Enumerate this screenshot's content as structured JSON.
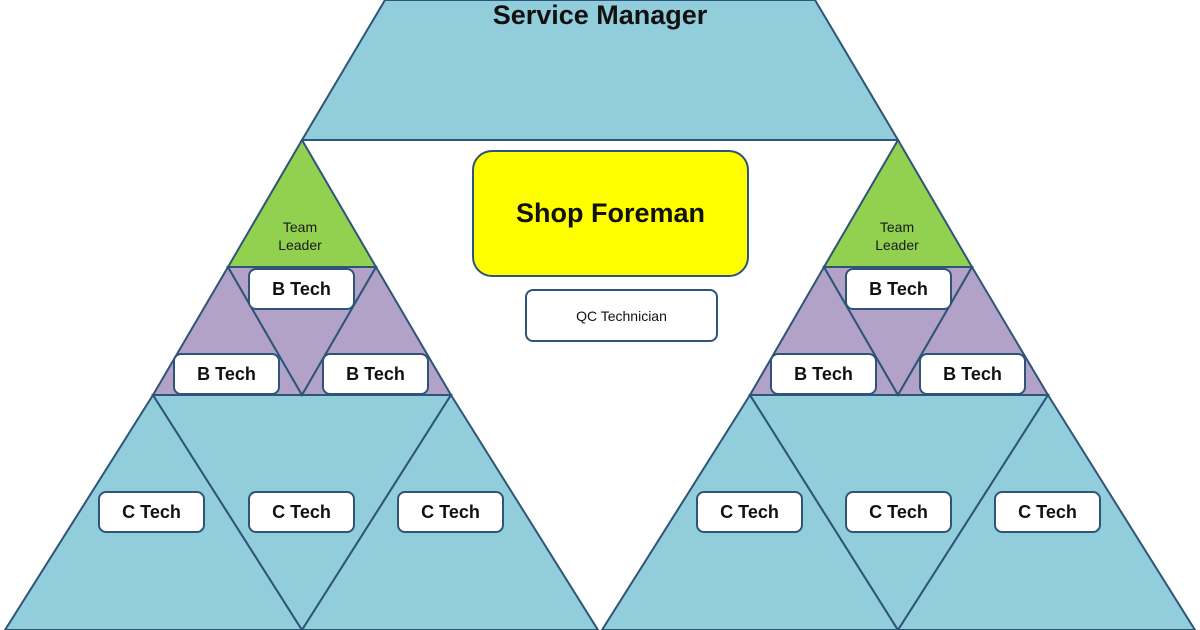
{
  "title": "Service Manager",
  "team_leader": {
    "line1": "Team",
    "line2": "Leader"
  },
  "shop_foreman": "Shop Foreman",
  "qc_technician": "QC Technician",
  "b_tech": "B Tech",
  "c_tech": "C Tech",
  "colors": {
    "blue": "#92cddc",
    "green": "#92d050",
    "purple": "#b2a2c7",
    "outline": "#2e5478",
    "yellow": "#ffff00"
  }
}
